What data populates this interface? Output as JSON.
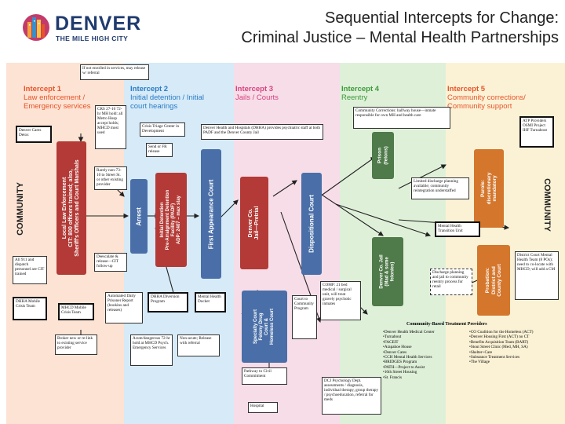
{
  "header": {
    "logo": {
      "word": "DENVER",
      "tagline": "THE MILE HIGH CITY"
    },
    "title_line1": "Sequential Intercepts for Change:",
    "title_line2": "Criminal Justice – Mental Health Partnerships"
  },
  "colors": {
    "band1": "#fde3d3",
    "band2": "#d6eaf7",
    "band3": "#f6dde8",
    "band4": "#dff0d9",
    "band5": "#fbf2d6",
    "intercept1": "#e8542a",
    "intercept2": "#2a7cc7",
    "intercept3": "#d9417f",
    "intercept4": "#3c9a3a",
    "intercept5": "#e8542a",
    "bar_red": "#b33a36",
    "bar_blue": "#4a6fa8",
    "bar_green": "#4f7a4a",
    "bar_orange": "#d4762c"
  },
  "intercepts": [
    {
      "title": "Intercept 1",
      "subtitle": "Law enforcement / Emergency services"
    },
    {
      "title": "Intercept 2",
      "subtitle": "Initial detention / Initial court hearings"
    },
    {
      "title": "Intercept 3",
      "subtitle": "Jails / Courts"
    },
    {
      "title": "Intercept 4",
      "subtitle": "Reentry"
    },
    {
      "title": "Intercept 5",
      "subtitle": "Community corrections/ Community support"
    }
  ],
  "community_left": "COMMUNITY",
  "community_right": "COMMUNITY",
  "bars": {
    "law_enforcement": "Local Law Enforcement\nCIT: 800 officers trained; also,\nSheriff's Officers and Court Marshals",
    "arrest": "Arrest",
    "initial_detention": "Initial Detention\nPre-Arraignment Detention\nFacility (PADF)\nADP: 2407 – max stay",
    "first_appearance": "First Appearance Court",
    "jail_pretrial": "Denver Co.\nJail—Pretrial",
    "dispositional": "Dispositional Court",
    "specialty": "Specialty Court\nFelony Drug\nCourt &\nHomeless Court",
    "prison": "Prison\n(felons)",
    "jail_mixed": "Denver Co. Jail\n(Mad & some\nfelonies)",
    "parole": "Parole:\ndiscretionary\nmandatory",
    "probation": "Probation:\nDistrict and\nCounty Court"
  },
  "boxes": {
    "not_enrolled": "If not enrolled in services, may release w/ referral",
    "denver_cares": "Denver Cares Detox",
    "crs": "CRS 27-10 72-hr MH hold: all Metro Hosp accept holds; MHCD most used",
    "crisis_triage": "Crisis Triage Center in Development",
    "send_fr": "Send or FR release",
    "rarely_none": "Rarely non-73-10 to Street St. or other existing provider",
    "deescalate": "Deescalate & release—CIT follow-up",
    "all_911": "All 911 and dispatch personnel are CIT trained",
    "dhha_mobile": "DHHA Mobile Crisis Team",
    "mhcd_mobile": "MHCD Mobile Crisis Team",
    "automated": "Automated Daily Prisoner Report (bookins and releases)",
    "dhha_diversion": "DHHA Diversion Program",
    "mh_docket": "Mental Health Docket",
    "broker": "Broker new or re-link to existing service provider",
    "acute": "Acute/dangerous 72-hr hold at MHCD Psych. Emergency Services",
    "non_acute": "Non-acute; Release with referral",
    "dhha_jail": "Denver Health and Hospitals (DHHA) provides psychiatric staff at both PADF and the Denver County Jail",
    "community_corrections": "Community Corrections: halfway house—inmate responsible for own MH and health care",
    "atp": "ATP Providers OSMI Project IHF Turnabout",
    "limited_discharge": "Limited discharge planning available; community reintegration understaffed",
    "mh_transition": "Mental Health Transition Unit",
    "district_court_mh": "District Court Mental Health Team (8 POs); need to co-locate with MHCD; will add a CM",
    "comp": "COMP: 21 bed medical / surgical unit, will treat gravely psychotic inmates",
    "discharge_planning": "Discharge planning and jail to community reentry process for retail",
    "pathway": "Pathway to Civil Commitment",
    "dcj": "DCJ Psychology Dept. assessments / diagnosis, individual therapy, group therapy / psychoeducation, referral for meds",
    "hospital": "Hospital",
    "court_community": "Court to Community Program"
  },
  "providers": {
    "title": "Community-Based Treatment Providers",
    "left": [
      "Denver Health Medical Center",
      "Turnabout",
      "FACEIT",
      "Arapahoe House",
      "Denver Cares",
      "CCH Mental Health Services",
      "BRIDGES Program",
      "PATH—Project to Assist",
      "16th Street Housing",
      "St. Francis"
    ],
    "right": [
      "CO Coalition for the Homeless (ACT)",
      "Denver Housing First (ACT) no CT",
      "Benefits Acquisition Team (BART)",
      "Stout Street Clinic (Med, MH, SA)",
      "Shelter+Care",
      "Substance Treatment Services",
      "The Village"
    ]
  }
}
